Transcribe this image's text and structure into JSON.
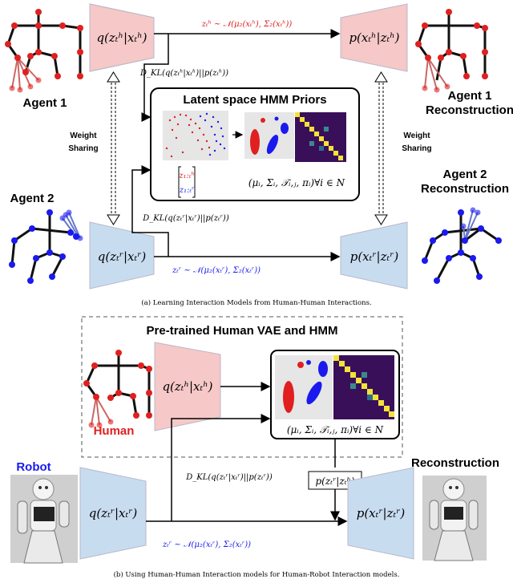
{
  "colors": {
    "human_red": "#e02020",
    "robot_blue": "#1a1aee",
    "encoder_pink": "#f6c8c8",
    "decoder_blue": "#c8dcf0",
    "latent_gray": "#e6e6e6",
    "matrix_purple": "#3a0f5a",
    "matrix_yellow": "#f4e23a"
  },
  "top": {
    "agent1_label": "Agent 1",
    "agent2_label": "Agent 2",
    "agent1_recon_line1": "Agent 1",
    "agent1_recon_line2": "Reconstruction",
    "agent2_recon_line1": "Agent 2",
    "agent2_recon_line2": "Reconstruction",
    "weight_sharing_line1": "Weight",
    "weight_sharing_line2": "Sharing",
    "enc_h": "q(zₜʰ|xₜʰ)",
    "dec_h": "p(xₜʰ|zₜʰ)",
    "enc_r": "q(zₜʳ|xₜʳ)",
    "dec_r": "p(xₜʳ|zₜʳ)",
    "sample_h": "zₜʰ ~ 𝒩(μ₂(xₜʰ), Σ₂(xₜʰ))",
    "sample_r": "zₜʳ ~ 𝒩(μ₂(xₜʳ), Σ₂(xₜʳ))",
    "kl_h": "D_KL(q(zₜʰ|xₜʰ)||p(zₜʰ))",
    "kl_r": "D_KL(q(zₜʳ|xₜʳ)||p(zₜʳ))",
    "hmm_title": "Latent space HMM Priors",
    "hmm_params": "(μᵢ, Σᵢ, 𝒯ᵢ,ⱼ, πᵢ)∀i ∈ N",
    "latent_h_seq": "z₁:ₜʰ",
    "latent_r_seq": "z₁:ₜʳ",
    "caption": "(a) Learning Interaction Models from Human-Human Interactions."
  },
  "bottom": {
    "pretrained_title": "Pre-trained Human VAE and HMM",
    "human_label": "Human",
    "robot_label": "Robot",
    "recon_label": "Reconstruction",
    "enc_h": "q(zₜʰ|xₜʰ)",
    "enc_r": "q(zₜʳ|xₜʳ)",
    "dec_r": "p(xₜʳ|zₜʳ)",
    "kl_r": "D_KL(q(zₜʳ|xₜʳ)||p(zₜʳ))",
    "cond_prior": "p(zₜʳ|zₜʰ)",
    "sample_r": "zₜʳ ~ 𝒩(μ₂(xₜʳ), Σ₂(xₜʳ))",
    "hmm_params": "(μᵢ, Σᵢ, 𝒯ᵢ,ⱼ, πᵢ)∀i ∈ N",
    "caption": "(b) Using Human-Human Interaction models for Human-Robot Interaction models."
  }
}
